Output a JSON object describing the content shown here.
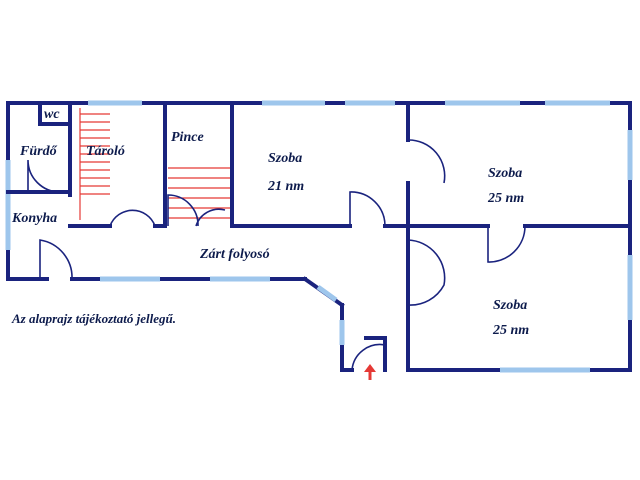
{
  "rooms": {
    "wc": "wc",
    "furdo": "Fürdő",
    "konyha": "Konyha",
    "tarolo": "Tároló",
    "pince": "Pince",
    "szoba1_name": "Szoba",
    "szoba1_area": "21 nm",
    "szoba2_name": "Szoba",
    "szoba2_area": "25 nm",
    "szoba3_name": "Szoba",
    "szoba3_area": "25 nm",
    "corridor": "Zárt folyosó"
  },
  "note": "Az alaprajz tájékoztató jellegű.",
  "colors": {
    "wall": "#1a237e",
    "window": "#9ec6ec",
    "stairs": "#e53935",
    "entrance_arrow": "#e53935"
  }
}
